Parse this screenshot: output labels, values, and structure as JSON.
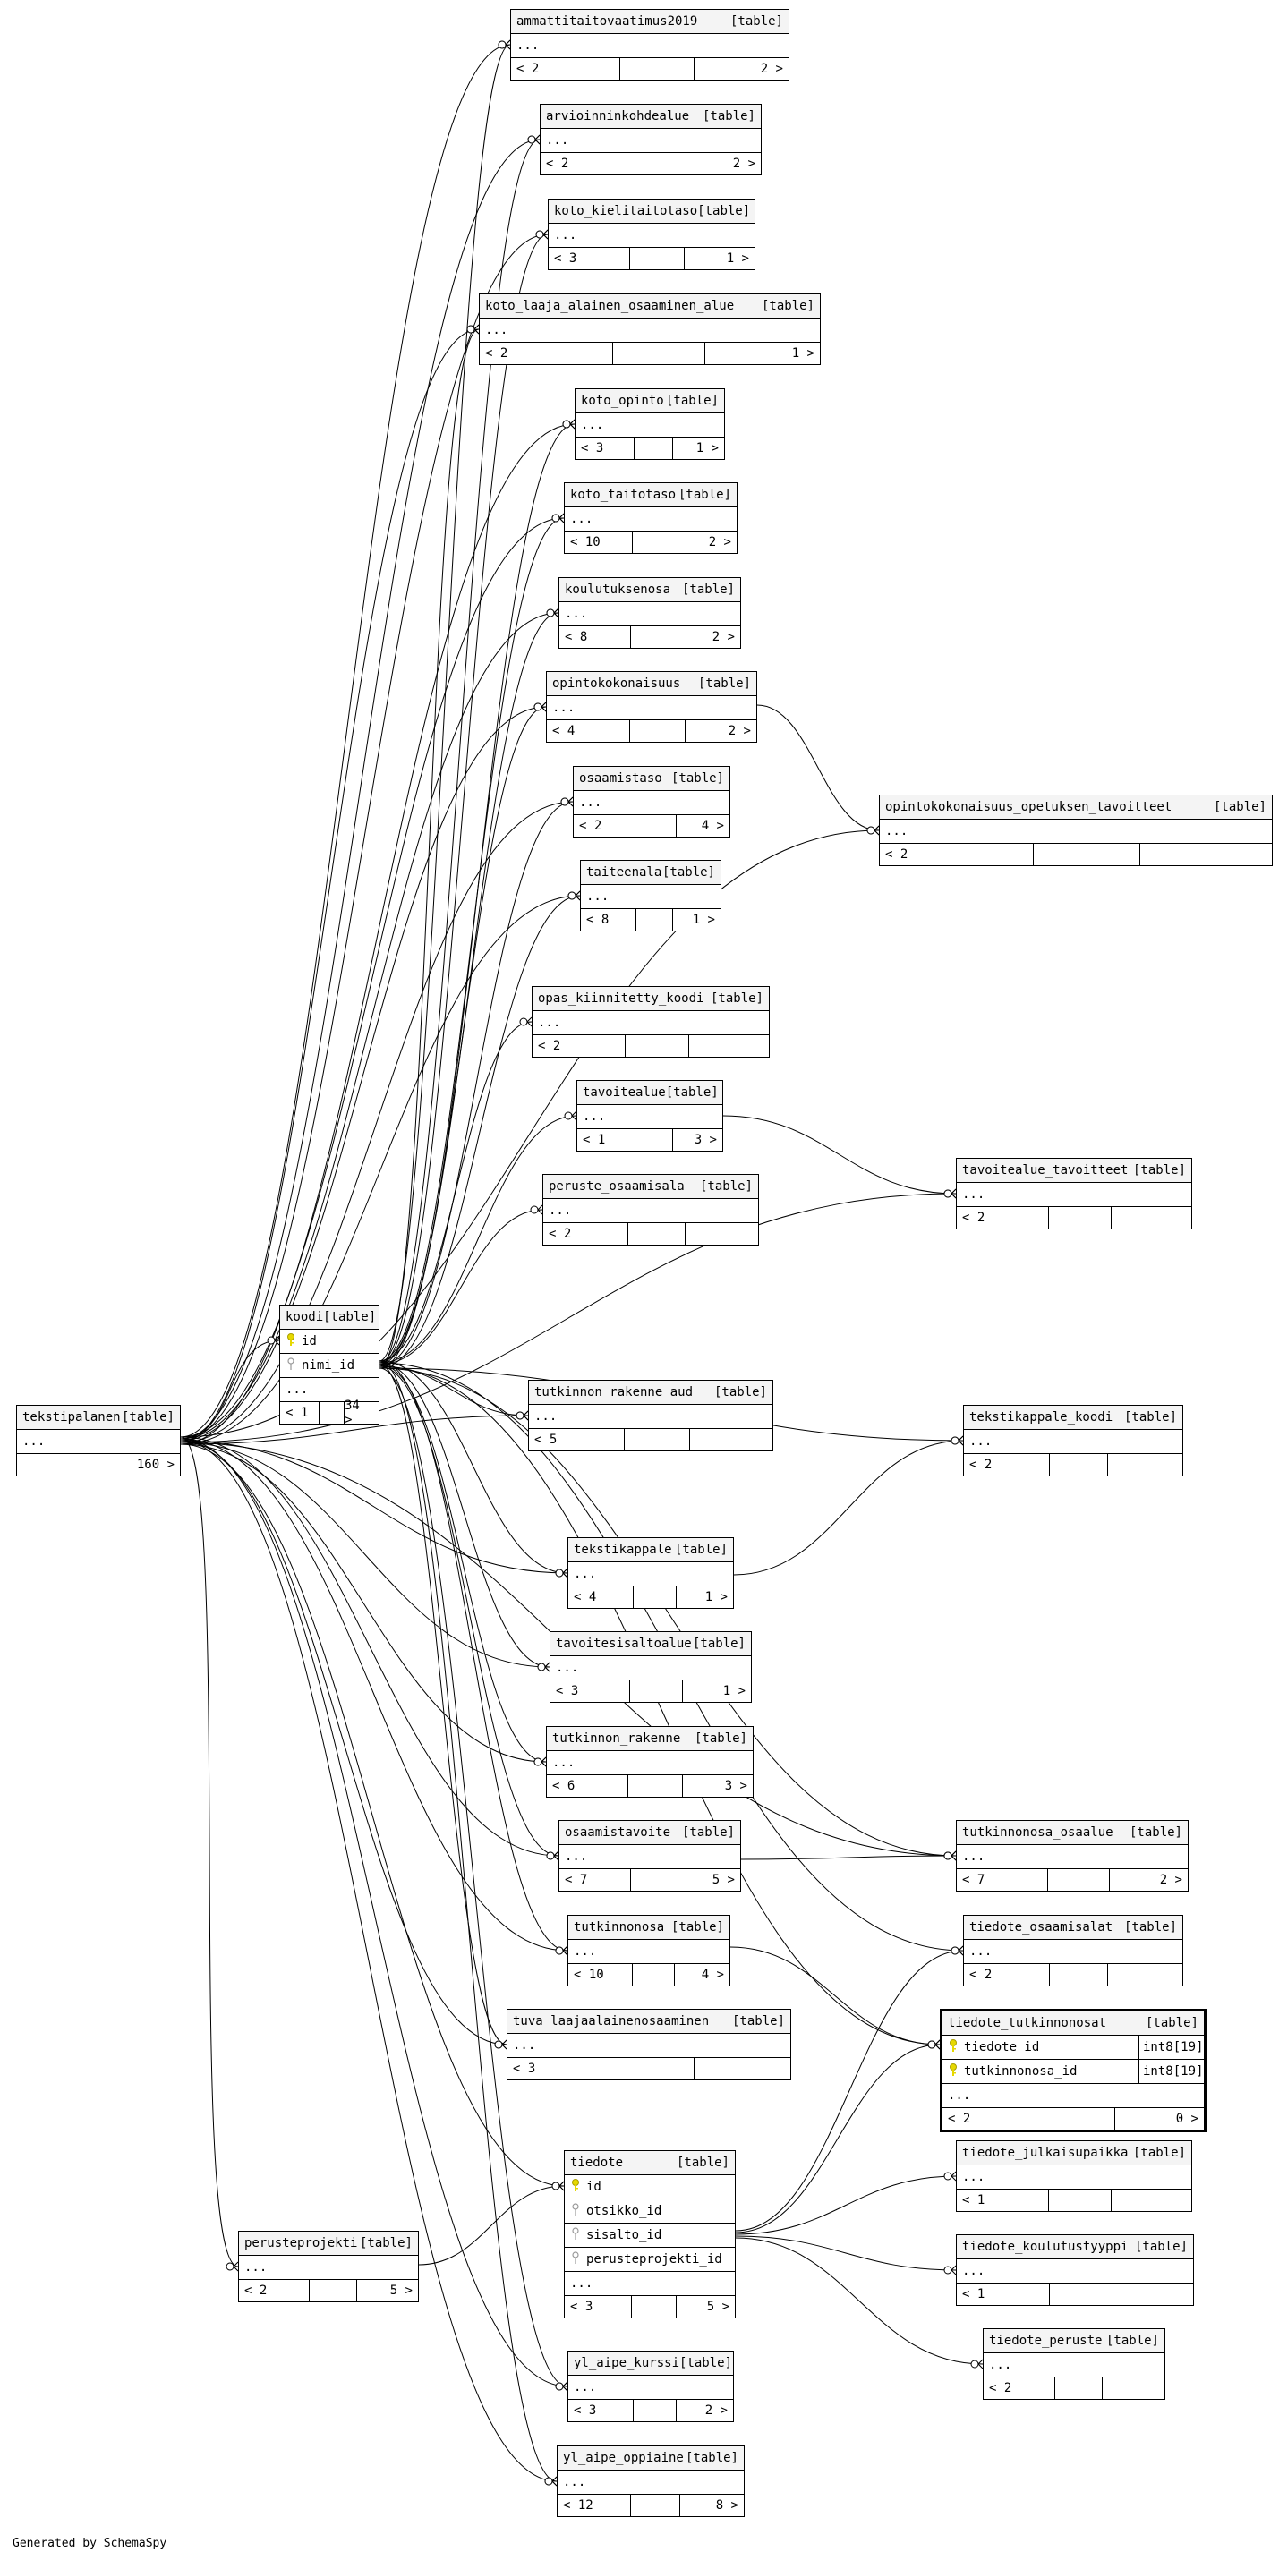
{
  "footer": "Generated by SchemaSpy",
  "tables": [
    {
      "id": "ammattitaitovaatimus2019",
      "name": "ammattitaitovaatimus2019",
      "tag": "[table]",
      "cols": [],
      "foot": [
        "< 2",
        "",
        "2 >"
      ]
    },
    {
      "id": "arvioinninkohdealue",
      "name": "arvioinninkohdealue",
      "tag": "[table]",
      "cols": [],
      "foot": [
        "< 2",
        "",
        "2 >"
      ]
    },
    {
      "id": "koto_kielitaitotaso",
      "name": "koto_kielitaitotaso",
      "tag": "[table]",
      "cols": [],
      "foot": [
        "< 3",
        "",
        "1 >"
      ]
    },
    {
      "id": "koto_laaja_alainen_osaaminen_alue",
      "name": "koto_laaja_alainen_osaaminen_alue",
      "tag": "[table]",
      "cols": [],
      "foot": [
        "< 2",
        "",
        "1 >"
      ]
    },
    {
      "id": "koto_opinto",
      "name": "koto_opinto",
      "tag": "[table]",
      "cols": [],
      "foot": [
        "< 3",
        "",
        "1 >"
      ]
    },
    {
      "id": "koto_taitotaso",
      "name": "koto_taitotaso",
      "tag": "[table]",
      "cols": [],
      "foot": [
        "< 10",
        "",
        "2 >"
      ]
    },
    {
      "id": "koulutuksenosa",
      "name": "koulutuksenosa",
      "tag": "[table]",
      "cols": [],
      "foot": [
        "< 8",
        "",
        "2 >"
      ]
    },
    {
      "id": "opintokokonaisuus",
      "name": "opintokokonaisuus",
      "tag": "[table]",
      "cols": [],
      "foot": [
        "< 4",
        "",
        "2 >"
      ]
    },
    {
      "id": "osaamistaso",
      "name": "osaamistaso",
      "tag": "[table]",
      "cols": [],
      "foot": [
        "< 2",
        "",
        "4 >"
      ]
    },
    {
      "id": "taiteenala",
      "name": "taiteenala",
      "tag": "[table]",
      "cols": [],
      "foot": [
        "< 8",
        "",
        "1 >"
      ]
    },
    {
      "id": "opintokokonaisuus_opetuksen_tavoitteet",
      "name": "opintokokonaisuus_opetuksen_tavoitteet",
      "tag": "[table]",
      "cols": [],
      "foot": [
        "< 2",
        "",
        ""
      ]
    },
    {
      "id": "opas_kiinnitetty_koodi",
      "name": "opas_kiinnitetty_koodi",
      "tag": "[table]",
      "cols": [],
      "foot": [
        "< 2",
        "",
        ""
      ]
    },
    {
      "id": "tavoitealue",
      "name": "tavoitealue",
      "tag": "[table]",
      "cols": [],
      "foot": [
        "< 1",
        "",
        "3 >"
      ]
    },
    {
      "id": "tavoitealue_tavoitteet",
      "name": "tavoitealue_tavoitteet",
      "tag": "[table]",
      "cols": [],
      "foot": [
        "< 2",
        "",
        ""
      ]
    },
    {
      "id": "peruste_osaamisala",
      "name": "peruste_osaamisala",
      "tag": "[table]",
      "cols": [],
      "foot": [
        "< 2",
        "",
        ""
      ]
    },
    {
      "id": "koodi",
      "name": "koodi",
      "tag": "[table]",
      "cols": [
        {
          "icon": "key",
          "name": "id",
          "type": ""
        },
        {
          "icon": "fk",
          "name": "nimi_id",
          "type": ""
        }
      ],
      "foot": [
        "< 1",
        "",
        "34 >"
      ]
    },
    {
      "id": "tekstipalanen",
      "name": "tekstipalanen",
      "tag": "[table]",
      "cols": [],
      "foot": [
        "",
        "",
        "160 >"
      ]
    },
    {
      "id": "tutkinnon_rakenne_aud",
      "name": "tutkinnon_rakenne_aud",
      "tag": "[table]",
      "cols": [],
      "foot": [
        "< 5",
        "",
        ""
      ]
    },
    {
      "id": "tekstikappale_koodi",
      "name": "tekstikappale_koodi",
      "tag": "[table]",
      "cols": [],
      "foot": [
        "< 2",
        "",
        ""
      ]
    },
    {
      "id": "tekstikappale",
      "name": "tekstikappale",
      "tag": "[table]",
      "cols": [],
      "foot": [
        "< 4",
        "",
        "1 >"
      ]
    },
    {
      "id": "tavoitesisaltoalue",
      "name": "tavoitesisaltoalue",
      "tag": "[table]",
      "cols": [],
      "foot": [
        "< 3",
        "",
        "1 >"
      ]
    },
    {
      "id": "tutkinnon_rakenne",
      "name": "tutkinnon_rakenne",
      "tag": "[table]",
      "cols": [],
      "foot": [
        "< 6",
        "",
        "3 >"
      ]
    },
    {
      "id": "osaamistavoite",
      "name": "osaamistavoite",
      "tag": "[table]",
      "cols": [],
      "foot": [
        "< 7",
        "",
        "5 >"
      ]
    },
    {
      "id": "tutkinnonosa_osaalue",
      "name": "tutkinnonosa_osaalue",
      "tag": "[table]",
      "cols": [],
      "foot": [
        "< 7",
        "",
        "2 >"
      ]
    },
    {
      "id": "tutkinnonosa",
      "name": "tutkinnonosa",
      "tag": "[table]",
      "cols": [],
      "foot": [
        "< 10",
        "",
        "4 >"
      ]
    },
    {
      "id": "tiedote_osaamisalat",
      "name": "tiedote_osaamisalat",
      "tag": "[table]",
      "cols": [],
      "foot": [
        "< 2",
        "",
        ""
      ]
    },
    {
      "id": "tuva_laajaalainenosaaminen",
      "name": "tuva_laajaalainenosaaminen",
      "tag": "[table]",
      "cols": [],
      "foot": [
        "< 3",
        "",
        ""
      ]
    },
    {
      "id": "tiedote_tutkinnonosat",
      "name": "tiedote_tutkinnonosat",
      "tag": "[table]",
      "selected": true,
      "cols": [
        {
          "icon": "key",
          "name": "tiedote_id",
          "type": "int8[19]"
        },
        {
          "icon": "key",
          "name": "tutkinnonosa_id",
          "type": "int8[19]"
        }
      ],
      "foot": [
        "< 2",
        "",
        "0 >"
      ]
    },
    {
      "id": "tiedote",
      "name": "tiedote",
      "tag": "[table]",
      "cols": [
        {
          "icon": "key",
          "name": "id",
          "type": ""
        },
        {
          "icon": "fk",
          "name": "otsikko_id",
          "type": ""
        },
        {
          "icon": "fk",
          "name": "sisalto_id",
          "type": ""
        },
        {
          "icon": "fk",
          "name": "perusteprojekti_id",
          "type": ""
        }
      ],
      "foot": [
        "< 3",
        "",
        "5 >"
      ]
    },
    {
      "id": "tiedote_julkaisupaikka",
      "name": "tiedote_julkaisupaikka",
      "tag": "[table]",
      "cols": [],
      "foot": [
        "< 1",
        "",
        ""
      ]
    },
    {
      "id": "perusteprojekti",
      "name": "perusteprojekti",
      "tag": "[table]",
      "cols": [],
      "foot": [
        "< 2",
        "",
        "5 >"
      ]
    },
    {
      "id": "tiedote_koulutustyyppi",
      "name": "tiedote_koulutustyyppi",
      "tag": "[table]",
      "cols": [],
      "foot": [
        "< 1",
        "",
        ""
      ]
    },
    {
      "id": "tiedote_peruste",
      "name": "tiedote_peruste",
      "tag": "[table]",
      "cols": [],
      "foot": [
        "< 2",
        "",
        ""
      ]
    },
    {
      "id": "yl_aipe_kurssi",
      "name": "yl_aipe_kurssi",
      "tag": "[table]",
      "cols": [],
      "foot": [
        "< 3",
        "",
        "2 >"
      ]
    },
    {
      "id": "yl_aipe_oppiaine",
      "name": "yl_aipe_oppiaine",
      "tag": "[table]",
      "cols": [],
      "foot": [
        "< 12",
        "",
        "8 >"
      ]
    }
  ],
  "ellipsis": "...",
  "relationships": [
    [
      "tekstipalanen",
      "ammattitaitovaatimus2019"
    ],
    [
      "tekstipalanen",
      "arvioinninkohdealue"
    ],
    [
      "tekstipalanen",
      "koto_kielitaitotaso"
    ],
    [
      "tekstipalanen",
      "koto_laaja_alainen_osaaminen_alue"
    ],
    [
      "tekstipalanen",
      "koto_opinto"
    ],
    [
      "tekstipalanen",
      "koto_taitotaso"
    ],
    [
      "tekstipalanen",
      "koulutuksenosa"
    ],
    [
      "tekstipalanen",
      "opintokokonaisuus"
    ],
    [
      "tekstipalanen",
      "osaamistaso"
    ],
    [
      "tekstipalanen",
      "taiteenala"
    ],
    [
      "tekstipalanen",
      "opintokokonaisuus_opetuksen_tavoitteet"
    ],
    [
      "tekstipalanen",
      "koodi"
    ],
    [
      "tekstipalanen",
      "tekstikappale"
    ],
    [
      "tekstipalanen",
      "tavoitesisaltoalue"
    ],
    [
      "tekstipalanen",
      "tutkinnon_rakenne"
    ],
    [
      "tekstipalanen",
      "osaamistavoite"
    ],
    [
      "tekstipalanen",
      "tutkinnonosa"
    ],
    [
      "tekstipalanen",
      "tuva_laajaalainenosaaminen"
    ],
    [
      "tekstipalanen",
      "tutkinnonosa_osaalue"
    ],
    [
      "tekstipalanen",
      "tiedote"
    ],
    [
      "tekstipalanen",
      "perusteprojekti"
    ],
    [
      "tekstipalanen",
      "yl_aipe_kurssi"
    ],
    [
      "tekstipalanen",
      "yl_aipe_oppiaine"
    ],
    [
      "tekstipalanen",
      "tavoitealue_tavoitteet"
    ],
    [
      "tekstipalanen",
      "tutkinnon_rakenne_aud"
    ],
    [
      "koodi",
      "ammattitaitovaatimus2019"
    ],
    [
      "koodi",
      "arvioinninkohdealue"
    ],
    [
      "koodi",
      "koto_kielitaitotaso"
    ],
    [
      "koodi",
      "koto_laaja_alainen_osaaminen_alue"
    ],
    [
      "koodi",
      "koto_opinto"
    ],
    [
      "koodi",
      "koto_taitotaso"
    ],
    [
      "koodi",
      "koulutuksenosa"
    ],
    [
      "koodi",
      "opintokokonaisuus"
    ],
    [
      "koodi",
      "osaamistaso"
    ],
    [
      "koodi",
      "taiteenala"
    ],
    [
      "koodi",
      "opas_kiinnitetty_koodi"
    ],
    [
      "koodi",
      "tavoitealue"
    ],
    [
      "koodi",
      "peruste_osaamisala"
    ],
    [
      "koodi",
      "tutkinnon_rakenne_aud"
    ],
    [
      "koodi",
      "tekstikappale_koodi"
    ],
    [
      "koodi",
      "tekstikappale"
    ],
    [
      "koodi",
      "tavoitesisaltoalue"
    ],
    [
      "koodi",
      "tutkinnon_rakenne"
    ],
    [
      "koodi",
      "osaamistavoite"
    ],
    [
      "koodi",
      "tutkinnonosa_osaalue"
    ],
    [
      "koodi",
      "tutkinnonosa"
    ],
    [
      "koodi",
      "tiedote_osaamisalat"
    ],
    [
      "koodi",
      "tuva_laajaalainenosaaminen"
    ],
    [
      "koodi",
      "tiedote_tutkinnonosat"
    ],
    [
      "koodi",
      "yl_aipe_kurssi"
    ],
    [
      "koodi",
      "yl_aipe_oppiaine"
    ],
    [
      "opintokokonaisuus",
      "opintokokonaisuus_opetuksen_tavoitteet"
    ],
    [
      "tavoitealue",
      "tavoitealue_tavoitteet"
    ],
    [
      "tekstikappale",
      "tekstikappale_koodi"
    ],
    [
      "osaamistavoite",
      "tutkinnonosa_osaalue"
    ],
    [
      "tutkinnonosa",
      "tiedote_tutkinnonosat"
    ],
    [
      "tiedote",
      "tiedote_tutkinnonosat"
    ],
    [
      "tiedote",
      "tiedote_julkaisupaikka"
    ],
    [
      "tiedote",
      "tiedote_koulutustyyppi"
    ],
    [
      "tiedote",
      "tiedote_peruste"
    ],
    [
      "tiedote",
      "tiedote_osaamisalat"
    ],
    [
      "perusteprojekti",
      "tiedote"
    ]
  ]
}
